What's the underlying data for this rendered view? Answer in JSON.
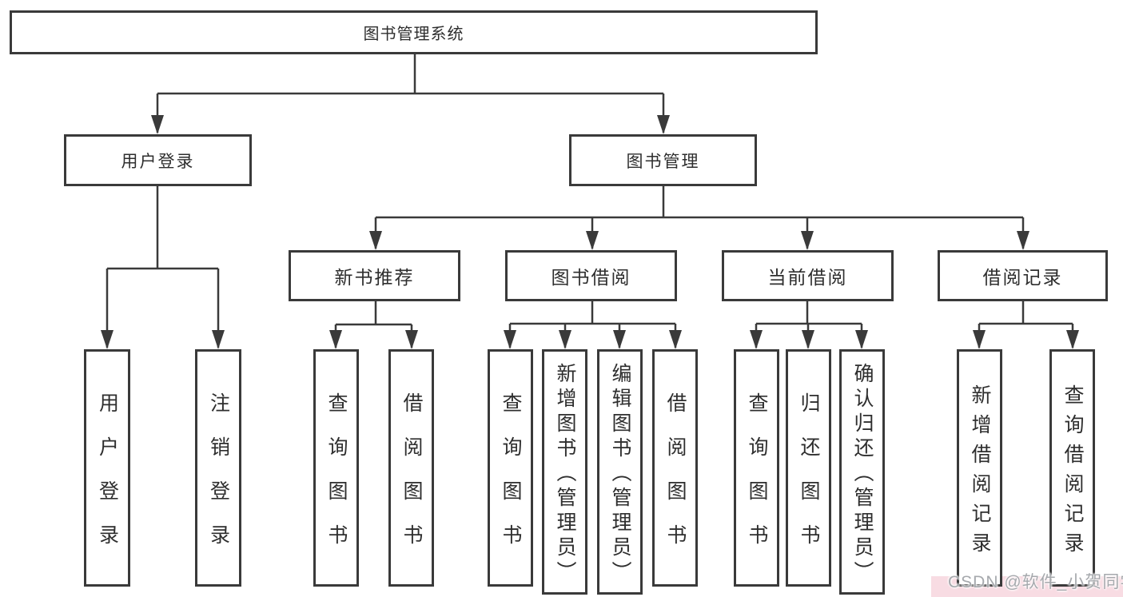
{
  "diagram": {
    "root": {
      "label": "图书管理系统"
    },
    "level2": [
      {
        "label": "用户登录"
      },
      {
        "label": "图书管理"
      }
    ],
    "level3": [
      {
        "label": "新书推荐"
      },
      {
        "label": "图书借阅"
      },
      {
        "label": "当前借阅"
      },
      {
        "label": "借阅记录"
      }
    ],
    "leaves": [
      {
        "label": "用户登录",
        "parent": "用户登录"
      },
      {
        "label": "注销登录",
        "parent": "用户登录"
      },
      {
        "label": "查询图书",
        "parent": "新书推荐"
      },
      {
        "label": "借阅图书",
        "parent": "新书推荐"
      },
      {
        "label": "查询图书",
        "parent": "图书借阅"
      },
      {
        "label": "新增图书（管理员）",
        "parent": "图书借阅"
      },
      {
        "label": "编辑图书（管理员）",
        "parent": "图书借阅"
      },
      {
        "label": "借阅图书",
        "parent": "图书借阅"
      },
      {
        "label": "查询图书",
        "parent": "当前借阅"
      },
      {
        "label": "归还图书",
        "parent": "当前借阅"
      },
      {
        "label": "确认归还（管理员）",
        "parent": "当前借阅"
      },
      {
        "label": "新增借阅记录",
        "parent": "借阅记录"
      },
      {
        "label": "查询借阅记录",
        "parent": "借阅记录"
      }
    ]
  },
  "watermark": {
    "text": "CSDN @软件_小贺同学"
  },
  "colors": {
    "line": "#3a3a3a",
    "text": "#2e2e2e",
    "watermark": "#a6a9ad",
    "watermark_bg": "#f8dce3",
    "background": "#ffffff"
  }
}
